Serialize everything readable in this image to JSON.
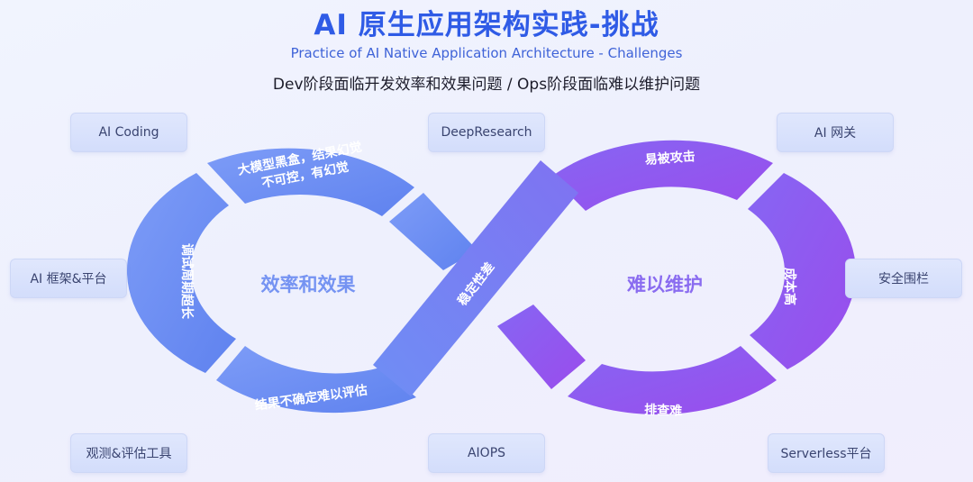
{
  "header": {
    "title": "AI 原生应用架构实践-挑战",
    "subtitle": "Practice of AI Native Application Architecture - Challenges",
    "description": "Dev阶段面临开发效率和效果问题 / Ops阶段面临难以维护问题"
  },
  "boxes": {
    "ai_coding": "AI Coding",
    "deepresearch": "DeepResearch",
    "ai_gateway": "AI 网关",
    "ai_framework": "AI 框架&平台",
    "guardrail": "安全围栏",
    "observability": "观测&评估工具",
    "aiops": "AIOPS",
    "serverless": "Serverless平台"
  },
  "left_loop": {
    "center": "效率和效果",
    "top_line1": "大模型黑盒，结果幻觉",
    "top_line2": "不可控，有幻觉",
    "left": "调试周期超长",
    "bottom": "结果不确定难以评估"
  },
  "cross": {
    "label": "稳定性差"
  },
  "right_loop": {
    "center": "难以维护",
    "top": "易被攻击",
    "right": "成本高",
    "bottom": "排查难"
  },
  "colors": {
    "title": "#2f5be6",
    "left_loop": "#6d8ef3",
    "right_loop": "#8f55f0",
    "center_left_text": "#7593f2",
    "center_right_text": "#8a6cf0"
  }
}
